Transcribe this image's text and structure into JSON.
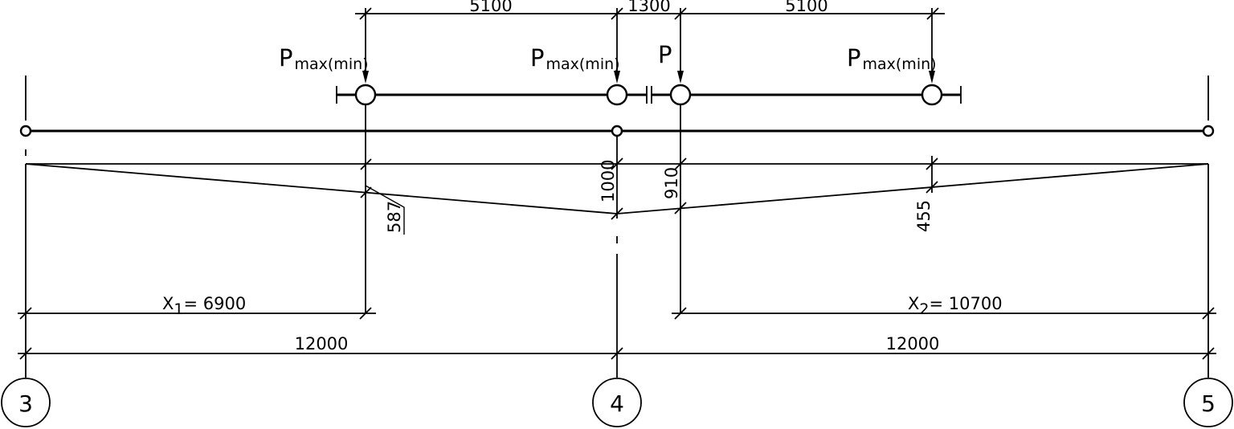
{
  "dimensions": {
    "top": [
      "5100",
      "1300",
      "5100"
    ],
    "span_left": "12000",
    "span_right": "12000",
    "x1_label": "X",
    "x1_sub": "1",
    "x1_value": "= 6900",
    "x2_label": "X",
    "x2_sub": "2",
    "x2_value": "= 10700"
  },
  "loads": [
    {
      "main": "P",
      "sub": "max(min)"
    },
    {
      "main": "P",
      "sub": "max(min)"
    },
    {
      "main": "P",
      "sub": ""
    },
    {
      "main": "P",
      "sub": "max(min)"
    }
  ],
  "ordinates": [
    "587",
    "1000",
    "910",
    "455"
  ],
  "axes": [
    "3",
    "4",
    "5"
  ]
}
